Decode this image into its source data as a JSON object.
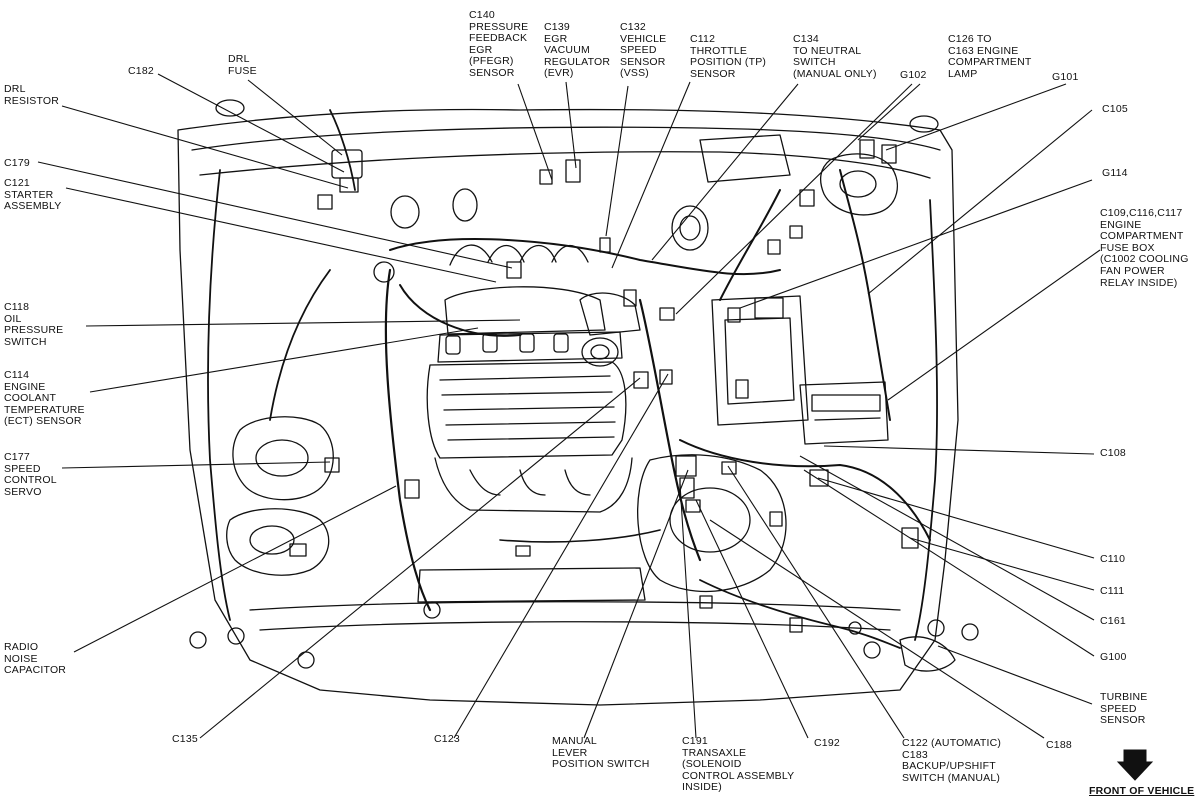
{
  "labels": {
    "c140": "C140\nPRESSURE\nFEEDBACK\nEGR\n(PFEGR)\nSENSOR",
    "c139": "C139\nEGR\nVACUUM\nREGULATOR\n(EVR)",
    "c132": "C132\nVEHICLE\nSPEED\nSENSOR\n(VSS)",
    "c112": "C112\nTHROTTLE\nPOSITION (TP)\nSENSOR",
    "c134": "C134\nTO NEUTRAL\nSWITCH\n(MANUAL ONLY)",
    "c126": "C126 TO\nC163 ENGINE\nCOMPARTMENT\nLAMP",
    "g102": "G102",
    "g101": "G101",
    "drl_fuse": "DRL\nFUSE",
    "c182": "C182",
    "drl_resistor": "DRL\nRESISTOR",
    "c179": "C179",
    "c121": "C121\nSTARTER\nASSEMBLY",
    "c118": "C118\nOIL\nPRESSURE\nSWITCH",
    "c114": "C114\nENGINE\nCOOLANT\nTEMPERATURE\n(ECT) SENSOR",
    "c177": "C177\nSPEED\nCONTROL\nSERVO",
    "radio_noise": "RADIO\nNOISE\nCAPACITOR",
    "c135": "C135",
    "c123": "C123",
    "manual_lever": "MANUAL\nLEVER\nPOSITION SWITCH",
    "c191": "C191\nTRANSAXLE\n(SOLENOID\nCONTROL ASSEMBLY\nINSIDE)",
    "c192": "C192",
    "c122": "C122 (AUTOMATIC)\nC183\nBACKUP/UPSHIFT\nSWITCH (MANUAL)",
    "c188": "C188",
    "c105": "C105",
    "g114": "G114",
    "c109": "C109,C116,C117\nENGINE\nCOMPARTMENT\nFUSE BOX\n(C1002 COOLING\nFAN POWER\nRELAY INSIDE)",
    "c108": "C108",
    "c110": "C110",
    "c111": "C111",
    "c161": "C161",
    "g100": "G100",
    "turbine": "TURBINE\nSPEED\nSENSOR",
    "front": "FRONT OF VEHICLE"
  }
}
